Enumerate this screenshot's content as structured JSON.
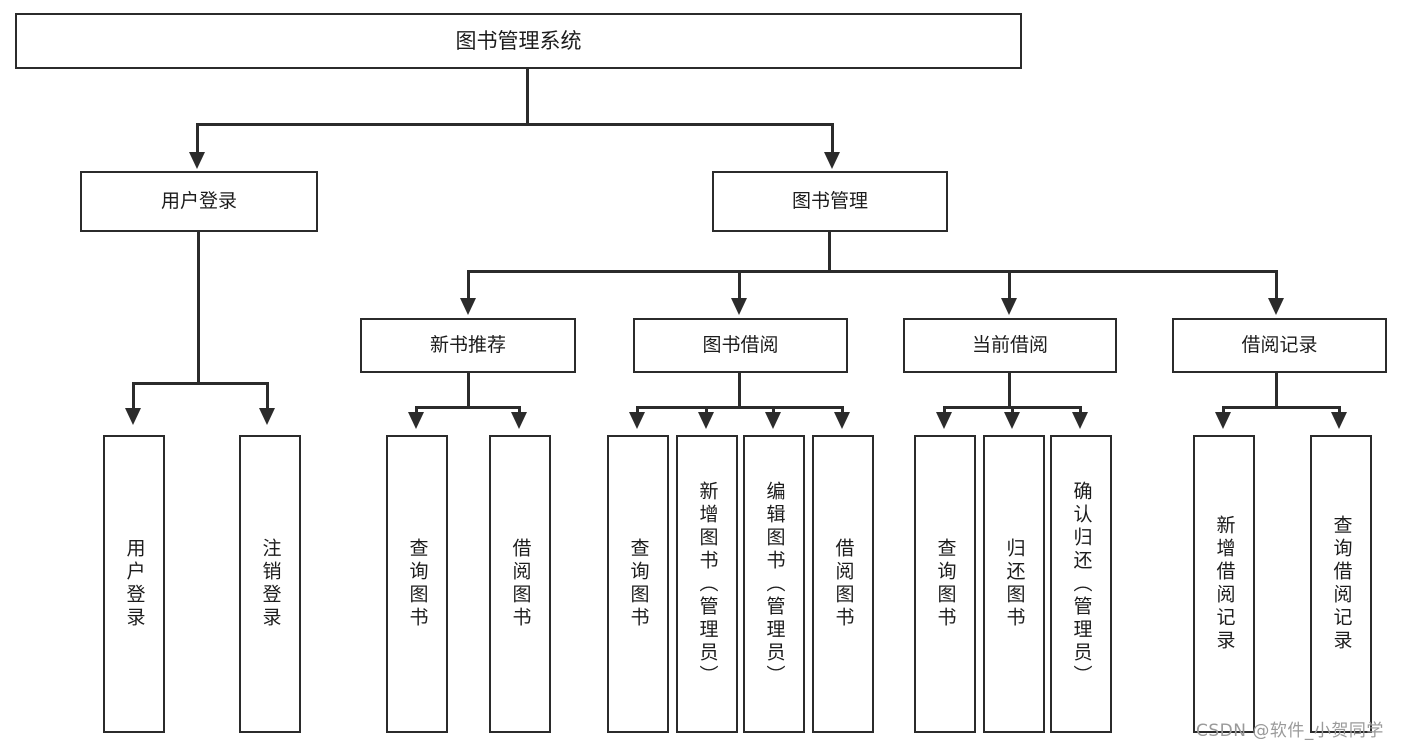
{
  "diagram": {
    "type": "tree-hierarchy",
    "title": "图书管理系统",
    "root": {
      "label": "图书管理系统"
    },
    "level1": [
      {
        "id": "user-login",
        "label": "用户登录"
      },
      {
        "id": "book-manage",
        "label": "图书管理"
      }
    ],
    "level2": [
      {
        "id": "new-book-recommend",
        "label": "新书推荐",
        "parent": "book-manage"
      },
      {
        "id": "book-borrow",
        "label": "图书借阅",
        "parent": "book-manage"
      },
      {
        "id": "current-borrow",
        "label": "当前借阅",
        "parent": "book-manage"
      },
      {
        "id": "borrow-record",
        "label": "借阅记录",
        "parent": "book-manage"
      }
    ],
    "leaves": {
      "user_login": [
        {
          "id": "leaf-user-login",
          "label": "用户登录"
        },
        {
          "id": "leaf-logout",
          "label": "注销登录"
        }
      ],
      "new_book_recommend": [
        {
          "id": "leaf-query-book-1",
          "label": "查询图书"
        },
        {
          "id": "leaf-borrow-book-1",
          "label": "借阅图书"
        }
      ],
      "book_borrow": [
        {
          "id": "leaf-query-book-2",
          "label": "查询图书"
        },
        {
          "id": "leaf-add-book",
          "label": "新增图书（管理员）"
        },
        {
          "id": "leaf-edit-book",
          "label": "编辑图书（管理员）"
        },
        {
          "id": "leaf-borrow-book-2",
          "label": "借阅图书"
        }
      ],
      "current_borrow": [
        {
          "id": "leaf-query-book-3",
          "label": "查询图书"
        },
        {
          "id": "leaf-return-book",
          "label": "归还图书"
        },
        {
          "id": "leaf-confirm-return",
          "label": "确认归还（管理员）"
        }
      ],
      "borrow_record": [
        {
          "id": "leaf-add-record",
          "label": "新增借阅记录"
        },
        {
          "id": "leaf-query-record",
          "label": "查询借阅记录"
        }
      ]
    }
  },
  "watermark": {
    "text": "CSDN @软件_小贺同学"
  },
  "colors": {
    "stroke": "#2b2b2b",
    "fill": "#ffffff",
    "text": "#1c1c1c",
    "watermark": "#9a9a9a"
  }
}
